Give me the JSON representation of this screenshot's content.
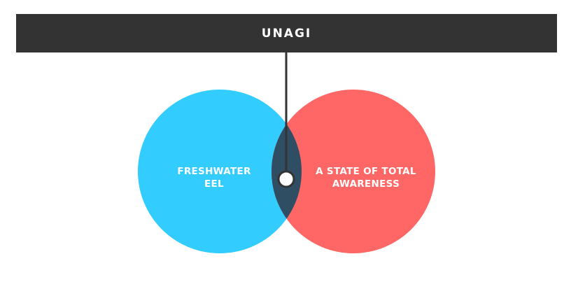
{
  "title": "UNAGI",
  "left_set": {
    "label_line1": "FRESHWATER",
    "label_line2": "EEL",
    "color": "#33CCFF"
  },
  "right_set": {
    "label_line1": "A STATE OF TOTAL",
    "label_line2": "AWARENESS",
    "color": "#FF6666"
  },
  "overlap_color": "#2F4E63",
  "banner_color": "#333333"
}
